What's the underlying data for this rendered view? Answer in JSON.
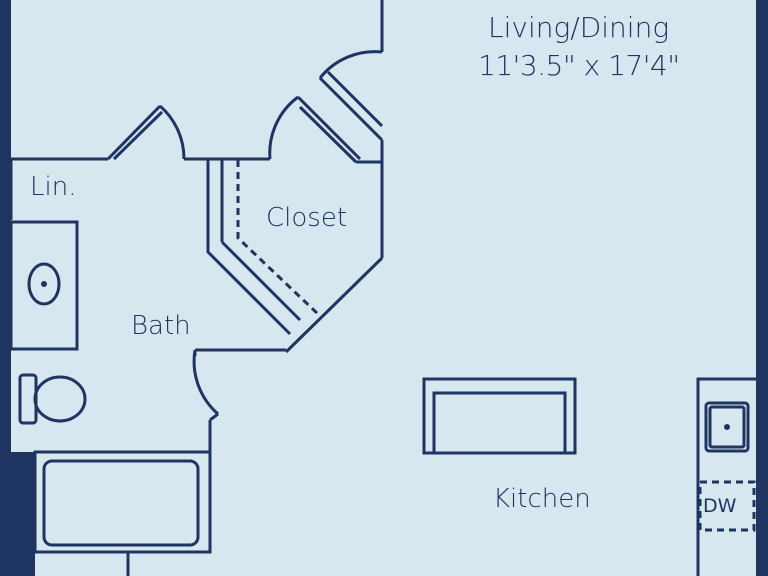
{
  "rooms": {
    "living": {
      "name": "Living/Dining",
      "dimensions": "11'3.5\" x 17'4\""
    },
    "closet": {
      "name": "Closet"
    },
    "linen": {
      "name": "Lin."
    },
    "bath": {
      "name": "Bath"
    },
    "kitchen": {
      "name": "Kitchen"
    }
  },
  "fixtures": {
    "dishwasher": "DW"
  },
  "colors": {
    "wall": "#1e3561",
    "floor": "#d6e7f0"
  }
}
